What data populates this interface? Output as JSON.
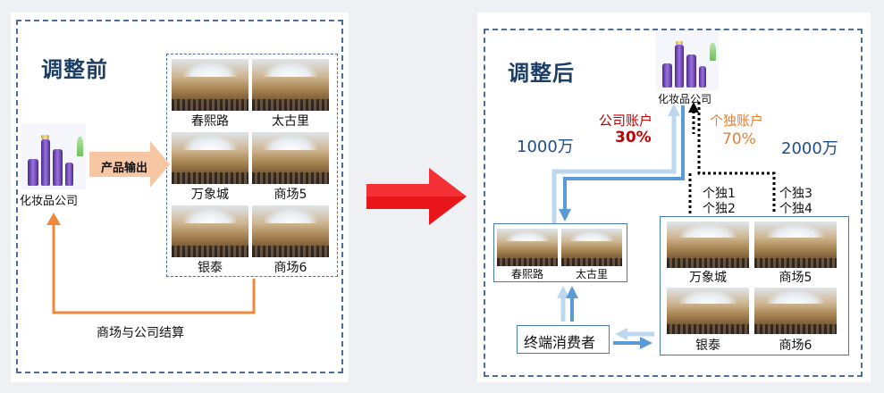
{
  "before": {
    "title": "调整前",
    "company_label": "化妆品公司",
    "output_label": "产品输出",
    "settlement_label": "商场与公司结算",
    "malls": [
      "春熙路",
      "太古里",
      "万象城",
      "商场5",
      "银泰",
      "商场6"
    ]
  },
  "after": {
    "title": "调整后",
    "company_label": "化妆品公司",
    "company_account_label": "公司账户",
    "company_account_pct": "30%",
    "personal_account_label": "个独账户",
    "personal_account_pct": "70%",
    "amount_left": "1000万",
    "amount_right": "2000万",
    "individuals_left": [
      "个独1",
      "个独2"
    ],
    "individuals_right": [
      "个独3",
      "个独4"
    ],
    "left_malls": [
      "春熙路",
      "太古里"
    ],
    "right_malls": [
      "万象城",
      "商场5",
      "银泰",
      "商场6"
    ],
    "consumer_label": "终端消费者"
  },
  "colors": {
    "title": "#1d3f66",
    "dash": "#4a6f9b",
    "orange_arrow": "#ef8a3c",
    "output_arrow": "#f7c6a3",
    "red_arrow": "#e8161b",
    "company_account": "#c00000",
    "personal_account": "#ed7d31",
    "amount": "#1f4e8c",
    "blue_arrow": "#5b9bd5"
  }
}
